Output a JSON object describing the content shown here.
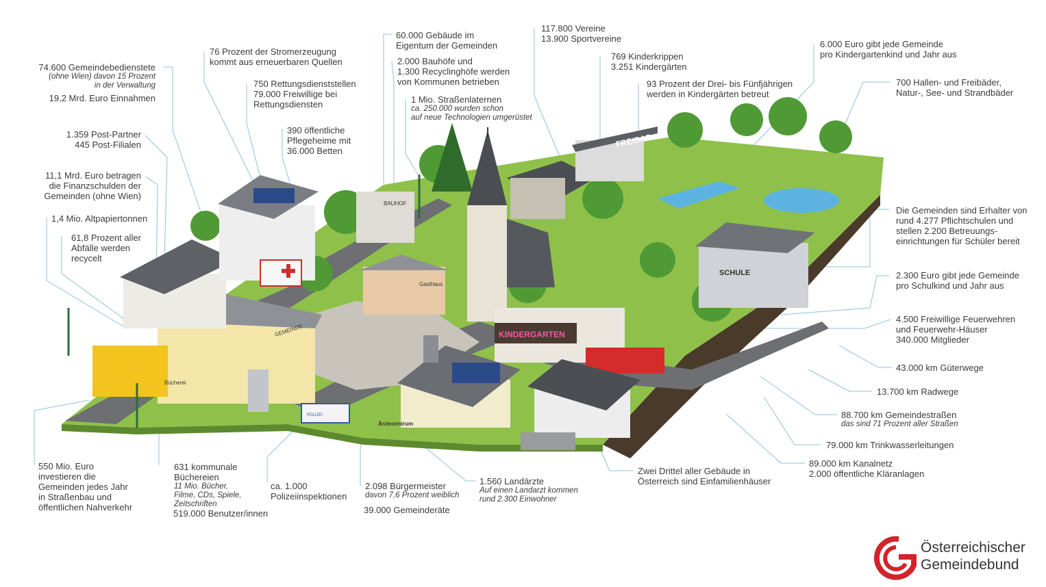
{
  "labels": {
    "l01": {
      "lines": [
        "74.600 Gemeindebedienstete"
      ],
      "italic": [
        "(ohne Wien) davon 15 Prozent",
        "in der Verwaltung"
      ]
    },
    "l02": {
      "lines": [
        "19,2 Mrd. Euro Einnahmen"
      ]
    },
    "l03": {
      "lines": [
        "1.359 Post-Partner",
        "445 Post-Filialen"
      ]
    },
    "l04": {
      "lines": [
        "11,1 Mrd. Euro betragen",
        "die Finanzschulden der",
        "Gemeinden (ohne Wien)"
      ]
    },
    "l05": {
      "lines": [
        "1,4 Mio. Altpapiertonnen"
      ]
    },
    "l06": {
      "lines": [
        "61,8 Prozent aller",
        "Abfälle werden",
        "recycelt"
      ]
    },
    "l07": {
      "lines": [
        "76 Prozent der Stromerzeugung",
        "kommt aus erneuerbaren Quellen"
      ]
    },
    "l08": {
      "lines": [
        "750 Rettungsdienststellen",
        "79.000 Freiwillige bei",
        "Rettungsdiensten"
      ]
    },
    "l09": {
      "lines": [
        "390 öffentliche",
        "Pflegeheime mit",
        "36.000 Betten"
      ]
    },
    "l10": {
      "lines": [
        "60.000 Gebäude im",
        "Eigentum der Gemeinden"
      ]
    },
    "l11": {
      "lines": [
        "2.000 Bauhöfe und",
        "1.300 Recyclinghöfe werden",
        "von Kommunen betrieben"
      ]
    },
    "l12": {
      "lines": [
        "1 Mio.  Straßenlaternen"
      ],
      "italic": [
        "ca. 250.000 wurden schon",
        "auf neue Technologien umgerüstet"
      ]
    },
    "l13": {
      "lines": [
        "117.800 Vereine",
        "13.900 Sportvereine"
      ]
    },
    "l14": {
      "lines": [
        "769 Kinderkrippen",
        "3.251 Kindergärten"
      ]
    },
    "l15": {
      "lines": [
        "93 Prozent der Drei- bis Fünfjährigen",
        "werden in Kindergärten betreut"
      ]
    },
    "l16": {
      "lines": [
        "6.000 Euro gibt jede Gemeinde",
        "pro Kindergartenkind und Jahr aus"
      ]
    },
    "l17": {
      "lines": [
        "700 Hallen- und Freibäder,",
        "Natur-, See- und Strandbäder"
      ]
    },
    "l18": {
      "lines": [
        "Die Gemeinden sind Erhalter von",
        "rund 4.277 Pflichtschulen und",
        "stellen 2.200 Betreuungs-",
        "einrichtungen für Schüler bereit"
      ]
    },
    "l19": {
      "lines": [
        "2.300 Euro gibt jede Gemeinde",
        "pro Schulkind und Jahr aus"
      ]
    },
    "l20": {
      "lines": [
        "4.500 Freiwillige Feuerwehren",
        "und Feuerwehr-Häuser",
        "340.000 Mitglieder"
      ]
    },
    "l21": {
      "lines": [
        "43.000 km Güterwege"
      ]
    },
    "l22": {
      "lines": [
        "13.700 km Radwege"
      ]
    },
    "l23": {
      "lines": [
        "88.700 km Gemeindestraßen"
      ],
      "italic": [
        "das sind 71 Prozent aller Straßen"
      ]
    },
    "l24": {
      "lines": [
        "79.000 km Trinkwasserleitungen"
      ]
    },
    "l25": {
      "lines": [
        "89.000 km Kanalnetz",
        "2.000 öffentliche Kläranlagen"
      ]
    },
    "l26": {
      "lines": [
        "Zwei Drittel aller Gebäude in",
        "Österreich sind Einfamilienhäuser"
      ]
    },
    "l27": {
      "lines": [
        "1.560 Landärzte"
      ],
      "italic": [
        "Auf einen Landarzt kommen",
        "rund 2.300 Einwohner"
      ]
    },
    "l28": {
      "lines": [
        "2.098 Bürgermeister"
      ],
      "italic": [
        "davon 7,6 Prozent weiblich"
      ]
    },
    "l29": {
      "lines": [
        "39.000 Gemeinderäte"
      ]
    },
    "l30": {
      "lines": [
        "ca. 1.000",
        "Polizeiinspektionen"
      ]
    },
    "l31": {
      "lines": [
        "631 kommunale",
        "Büchereien"
      ],
      "italic": [
        "11 Mio. Bücher,",
        "Filme, CDs, Spiele,",
        "Zeitschriften"
      ]
    },
    "l32": {
      "lines": [
        "519.000 Benutzer/innen"
      ]
    },
    "l33": {
      "lines": [
        "550 Mio. Euro",
        "investieren die",
        "Gemeinden jedes Jahr",
        "in Straßenbau und",
        "öffentlichen Nahverkehr"
      ]
    }
  },
  "signs": {
    "freibad": "FREIBAD",
    "bauhof": "BAUHOF",
    "gasthaus": "Gasthaus",
    "kindergarten": "KINDERGARTEN",
    "schule": "SCHULE",
    "gemeinde": "GEMEINDE",
    "buecherei": "Bücherei",
    "polizei": "POLIZEI",
    "aerztezentrum": "Ärztezentrum"
  },
  "logo": {
    "line1": "Österreichischer",
    "line2": "Gemeindebund",
    "color": "#d2232a"
  },
  "colors": {
    "grass": "#8fc14a",
    "road": "#6d6f72",
    "leader": "#8cc0df",
    "sky_dot": "#cfe5f3"
  }
}
